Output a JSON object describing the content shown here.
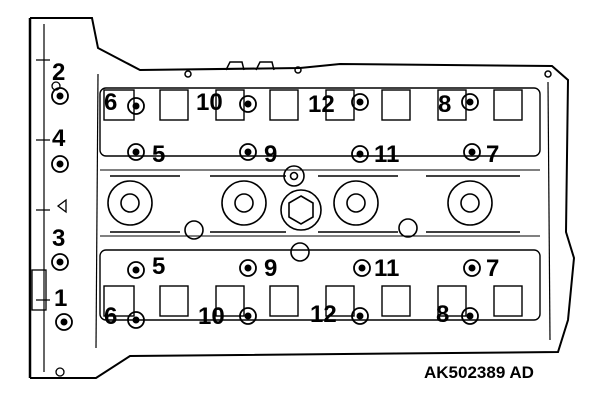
{
  "figure": {
    "code": "AK502389 AD",
    "outer_labels": [
      "2",
      "4",
      "3",
      "1"
    ],
    "row_top": [
      "6",
      "10",
      "12",
      "8"
    ],
    "row_mid_upper": [
      "5",
      "9",
      "11",
      "7"
    ],
    "row_mid_lower": [
      "5",
      "9",
      "11",
      "7"
    ],
    "row_bottom": [
      "6",
      "10",
      "12",
      "8"
    ]
  }
}
